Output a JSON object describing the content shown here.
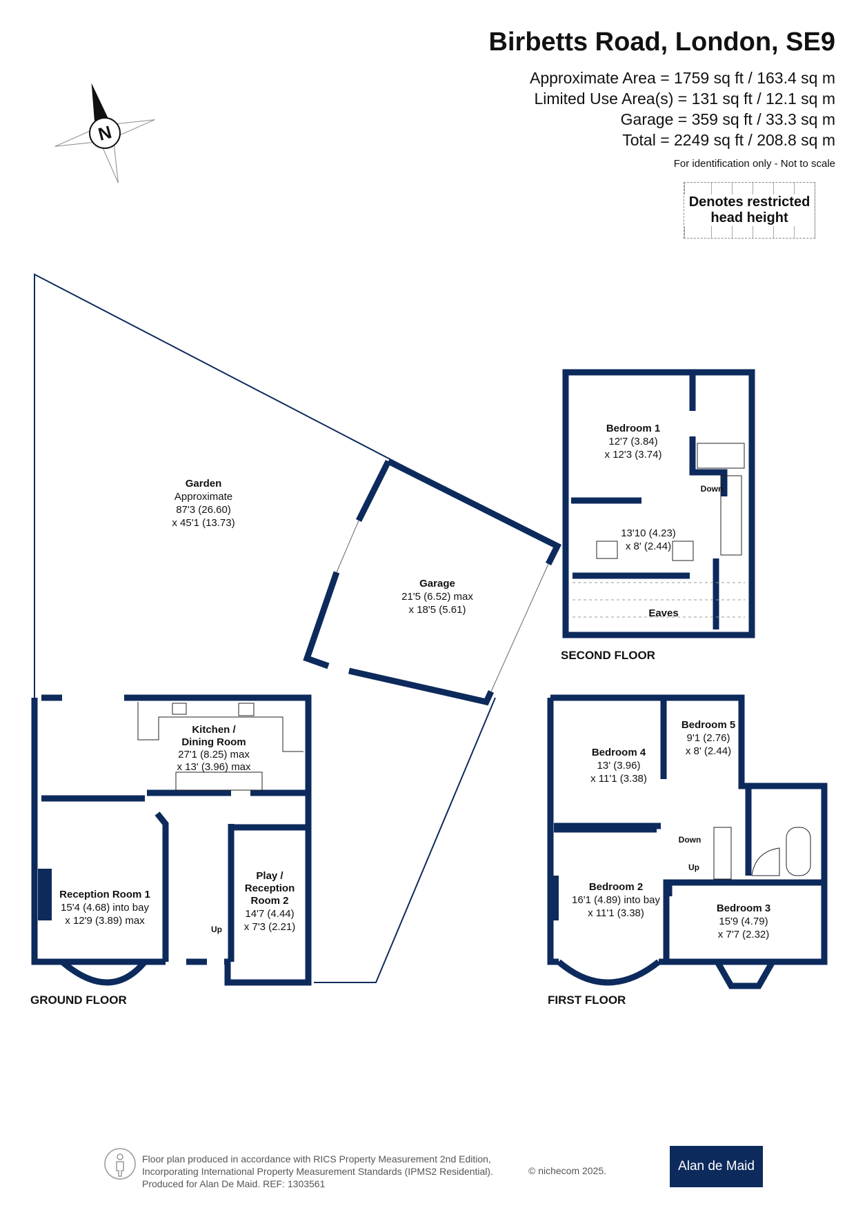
{
  "header": {
    "title": "Birbetts Road, London, SE9",
    "area_lines": [
      "Approximate Area = 1759  sq ft / 163.4 sq m",
      "Limited Use Area(s) = 131 sq ft / 12.1 sq m",
      "Garage = 359 sq ft / 33.3 sq m",
      "Total = 2249 sq ft / 208.8 sq m"
    ],
    "note": "For identification only - Not to scale",
    "legend": "Denotes restricted head height"
  },
  "compass": {
    "label": "N",
    "icon": "compass-rose-icon"
  },
  "colors": {
    "wall": "#0d2a5c",
    "brand_bg": "#0d2a5c"
  },
  "rooms": {
    "garden": {
      "name": "Garden",
      "line1": "Approximate",
      "line2": "87'3 (26.60)",
      "line3": "x 45'1 (13.73)"
    },
    "garage": {
      "name": "Garage",
      "line1": "21'5 (6.52) max",
      "line2": "x 18'5 (5.61)"
    },
    "kitchen": {
      "name1": "Kitchen /",
      "name2": "Dining Room",
      "line1": "27'1 (8.25) max",
      "line2": "x 13' (3.96) max"
    },
    "reception1": {
      "name": "Reception Room 1",
      "line1": "15'4 (4.68) into bay",
      "line2": "x 12'9 (3.89) max"
    },
    "play": {
      "name1": "Play /",
      "name2": "Reception",
      "name3": "Room 2",
      "line1": "14'7 (4.44)",
      "line2": "x 7'3 (2.21)"
    },
    "bedroom1": {
      "name": "Bedroom 1",
      "line1": "12'7 (3.84)",
      "line2": "x 12'3 (3.74)"
    },
    "landing2": {
      "line1": "13'10 (4.23)",
      "line2": "x 8' (2.44)"
    },
    "eaves": {
      "name": "Eaves"
    },
    "bedroom4": {
      "name": "Bedroom 4",
      "line1": "13' (3.96)",
      "line2": "x 11'1 (3.38)"
    },
    "bedroom5": {
      "name": "Bedroom 5",
      "line1": "9'1 (2.76)",
      "line2": "x 8' (2.44)"
    },
    "bedroom2": {
      "name": "Bedroom 2",
      "line1": "16'1 (4.89) into bay",
      "line2": "x 11'1 (3.38)"
    },
    "bedroom3": {
      "name": "Bedroom 3",
      "line1": "15'9 (4.79)",
      "line2": "x 7'7 (2.32)"
    }
  },
  "stairs": {
    "up": "Up",
    "down": "Down"
  },
  "floors": {
    "ground": "GROUND FLOOR",
    "first": "FIRST FLOOR",
    "second": "SECOND FLOOR"
  },
  "footer": {
    "line1": "Floor plan produced in accordance with RICS Property Measurement 2nd Edition,",
    "line2": "Incorporating International Property Measurement Standards (IPMS2 Residential).",
    "line3": "Produced for Alan De Maid.   REF: 1303561",
    "credit": "© nichecom 2025.",
    "brand": "Alan de Maid"
  }
}
